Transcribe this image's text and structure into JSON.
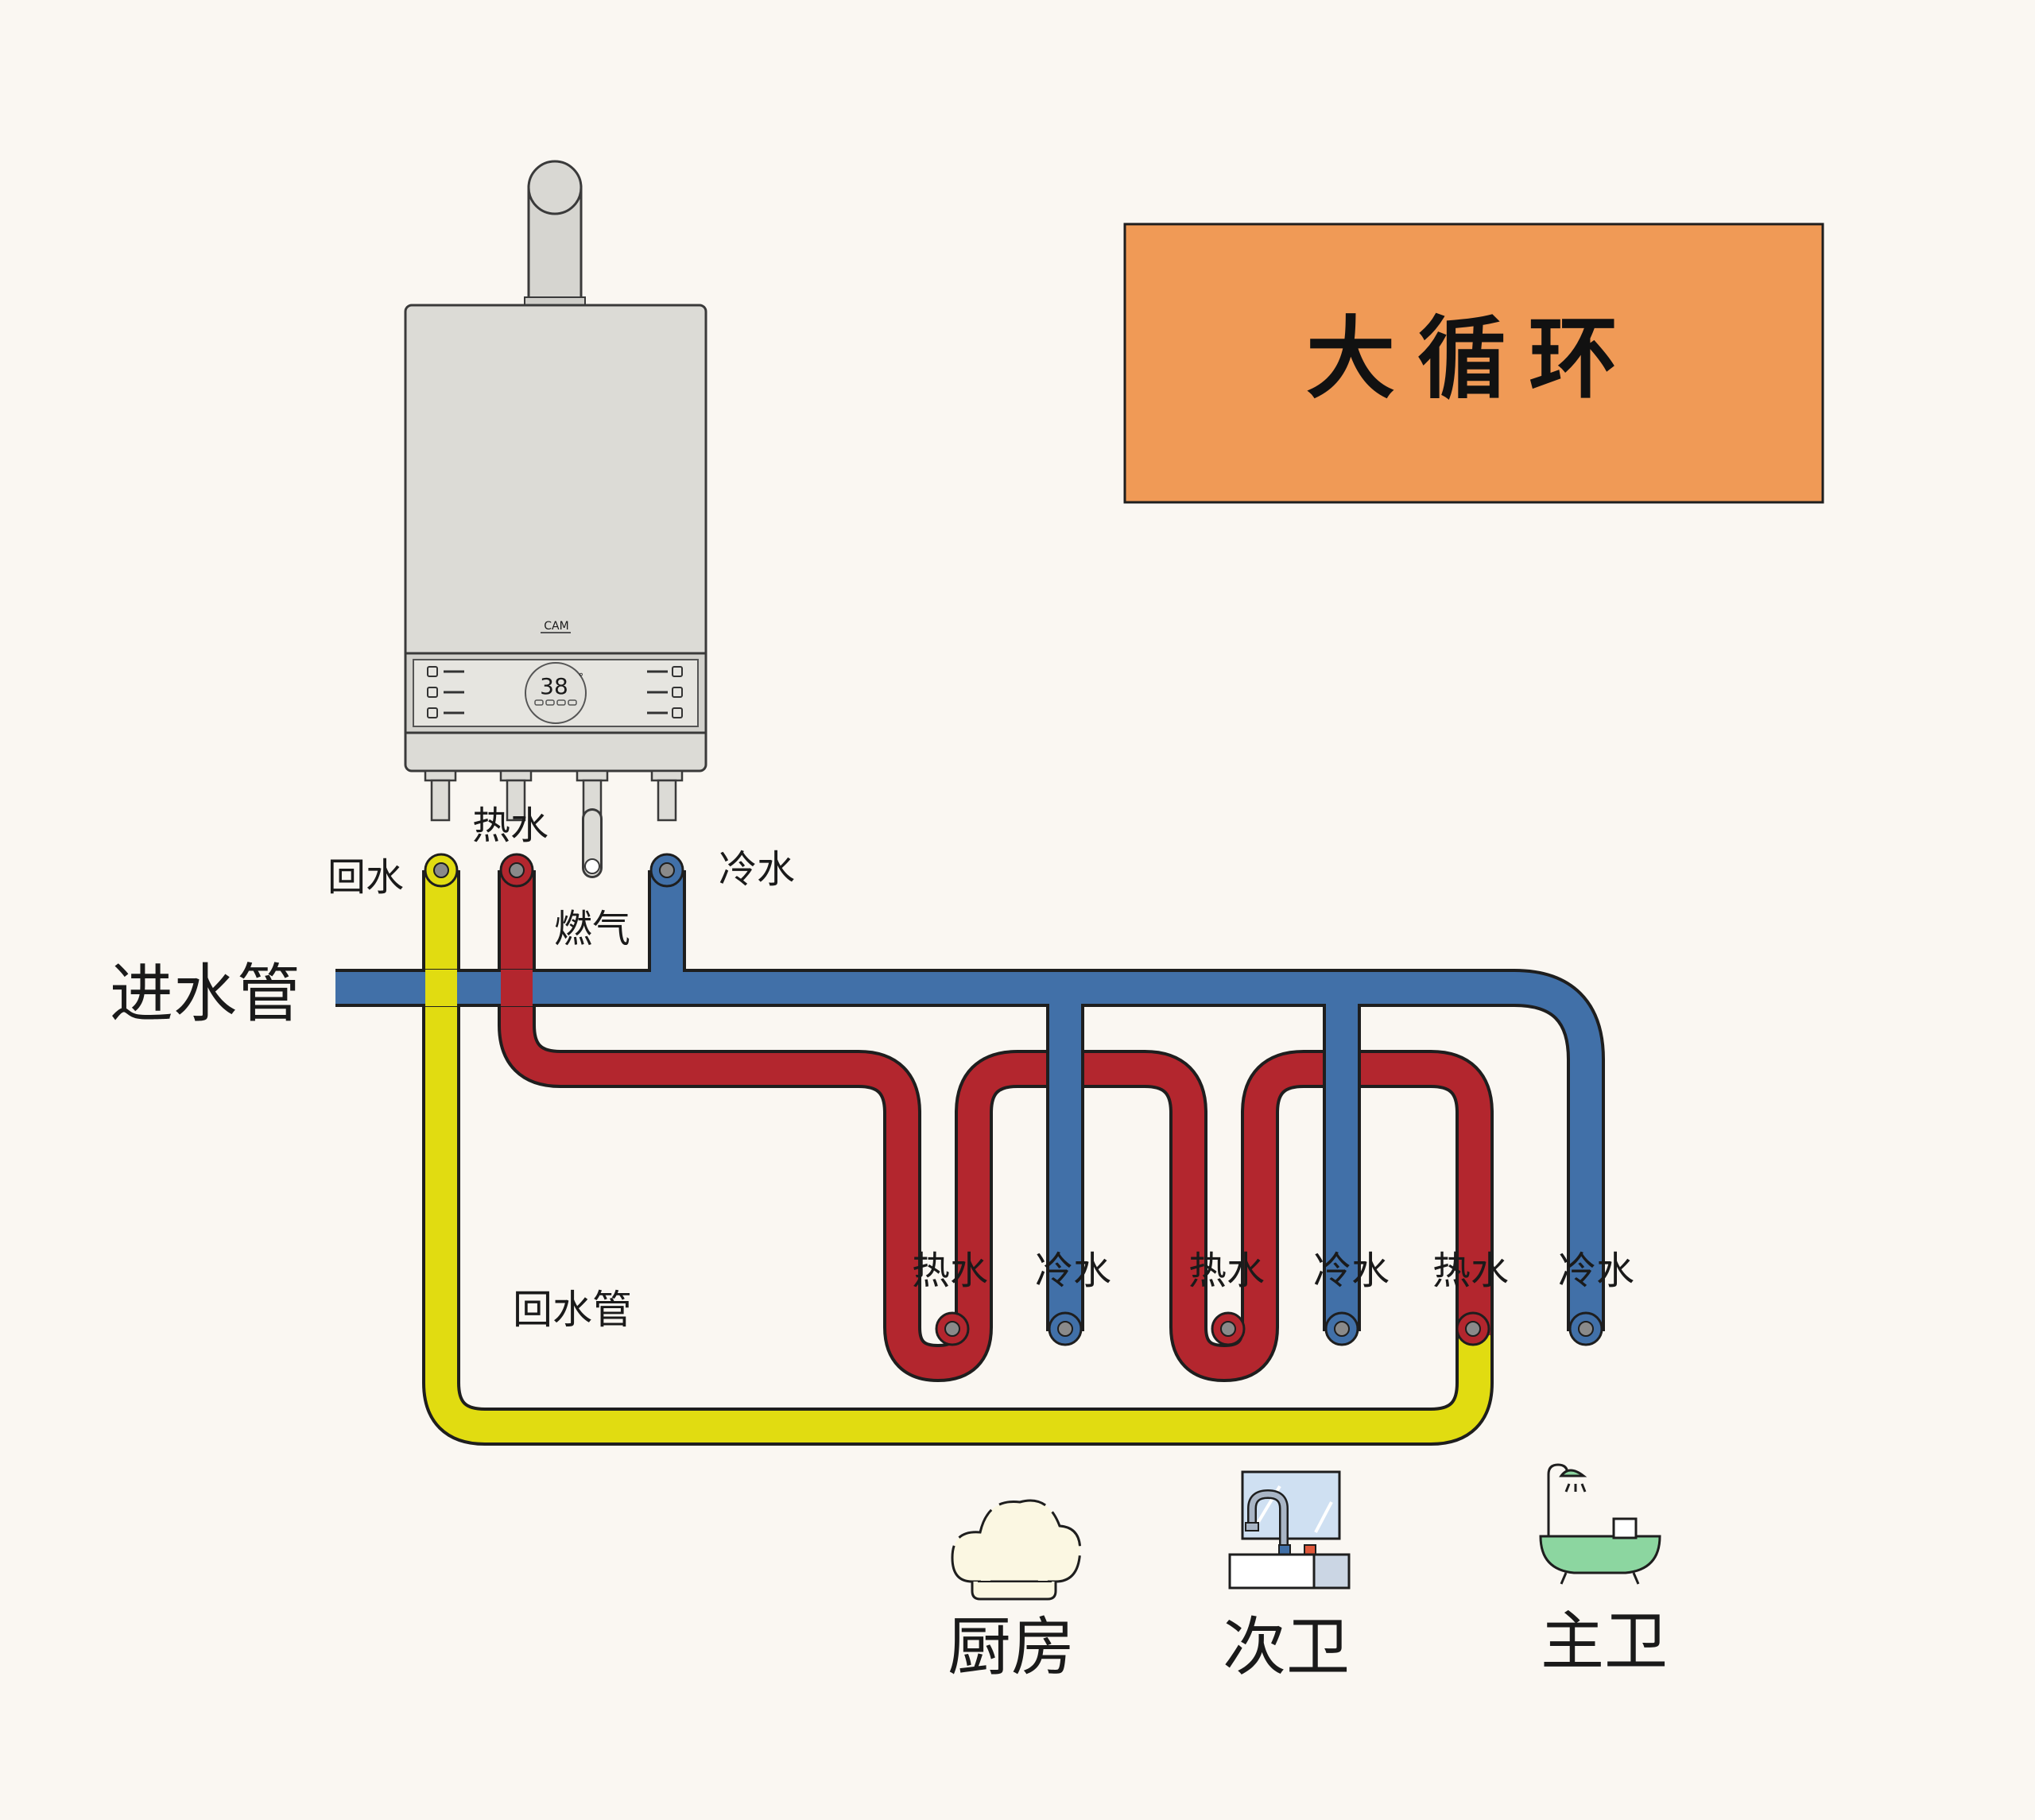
{
  "title": "大循环",
  "colors": {
    "background": "#faf7f2",
    "title_box": "#f09a56",
    "hot_pipe": "#b3262e",
    "cold_pipe": "#4170a8",
    "return_pipe": "#e1dc11",
    "heater_body": "#dcdbd6",
    "pipe_outline": "#1e1e1e"
  },
  "heater": {
    "brand": "CAM",
    "display_temp": "38",
    "display_unit": "°"
  },
  "heater_ports": {
    "return": "回水",
    "hot": "热水",
    "gas": "燃气",
    "cold": "冷水"
  },
  "pipes": {
    "inlet": "进水管",
    "return": "回水管"
  },
  "outlets": [
    {
      "label": "热水",
      "type": "hot"
    },
    {
      "label": "冷水",
      "type": "cold"
    },
    {
      "label": "热水",
      "type": "hot"
    },
    {
      "label": "冷水",
      "type": "cold"
    },
    {
      "label": "热水",
      "type": "hot"
    },
    {
      "label": "冷水",
      "type": "cold"
    }
  ],
  "rooms": [
    {
      "label": "厨房",
      "icon": "chef-hat-icon"
    },
    {
      "label": "次卫",
      "icon": "sink-icon"
    },
    {
      "label": "主卫",
      "icon": "bathtub-icon"
    }
  ]
}
